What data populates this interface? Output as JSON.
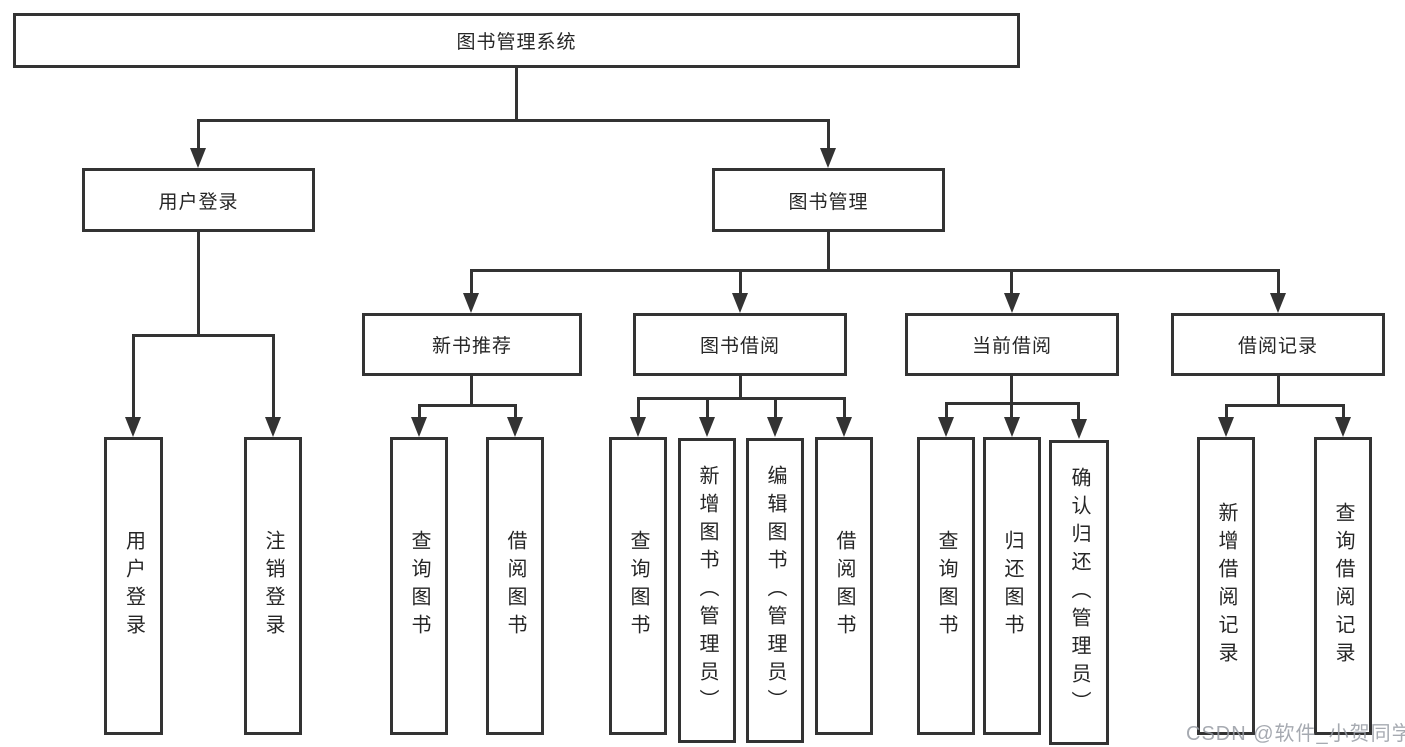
{
  "tree": {
    "label": "图书管理系统",
    "children": [
      {
        "label": "用户登录",
        "children": [
          {
            "label": "用户登录"
          },
          {
            "label": "注销登录"
          }
        ]
      },
      {
        "label": "图书管理",
        "children": [
          {
            "label": "新书推荐",
            "children": [
              {
                "label": "查询图书"
              },
              {
                "label": "借阅图书"
              }
            ]
          },
          {
            "label": "图书借阅",
            "children": [
              {
                "label": "查询图书"
              },
              {
                "label": "新增图书（管理员）"
              },
              {
                "label": "编辑图书（管理员）"
              },
              {
                "label": "借阅图书"
              }
            ]
          },
          {
            "label": "当前借阅",
            "children": [
              {
                "label": "查询图书"
              },
              {
                "label": "归还图书"
              },
              {
                "label": "确认归还（管理员）"
              }
            ]
          },
          {
            "label": "借阅记录",
            "children": [
              {
                "label": "新增借阅记录"
              },
              {
                "label": "查询借阅记录"
              }
            ]
          }
        ]
      }
    ]
  },
  "watermark": {
    "text": "CSDN @软件_小贺同学"
  },
  "colors": {
    "line": "#333333",
    "text": "#262626",
    "box_background": "#ffffff",
    "page_background": "#ffffff",
    "watermark": "#9aa0a8"
  }
}
